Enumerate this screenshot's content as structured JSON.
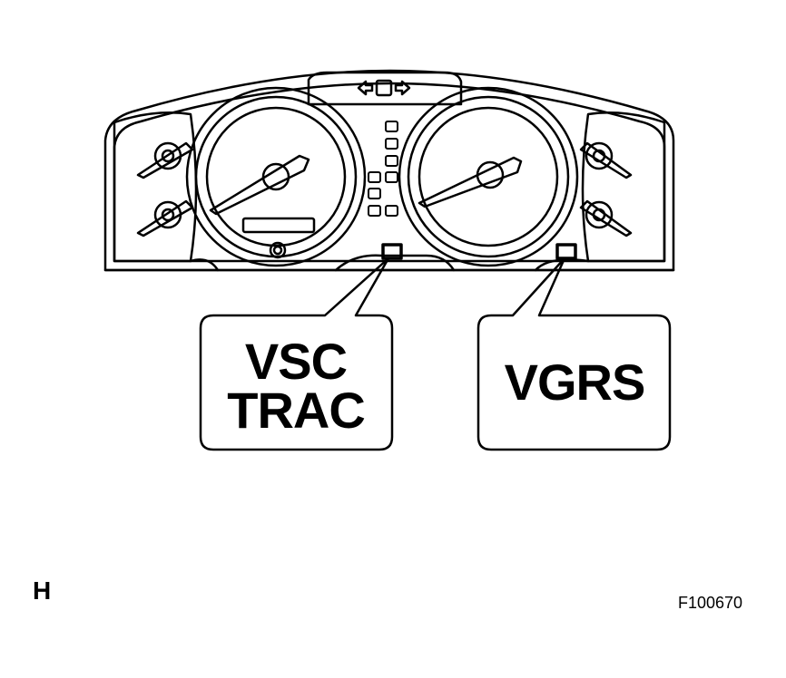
{
  "callouts": {
    "vsc_trac": {
      "line1": "VSC",
      "line2": "TRAC"
    },
    "vgrs": {
      "label": "VGRS"
    }
  },
  "footer": {
    "page_letter": "H",
    "figure_id": "F100670"
  },
  "icons": {
    "left_arrow": "arrow-left-icon",
    "right_arrow": "arrow-right-icon"
  }
}
